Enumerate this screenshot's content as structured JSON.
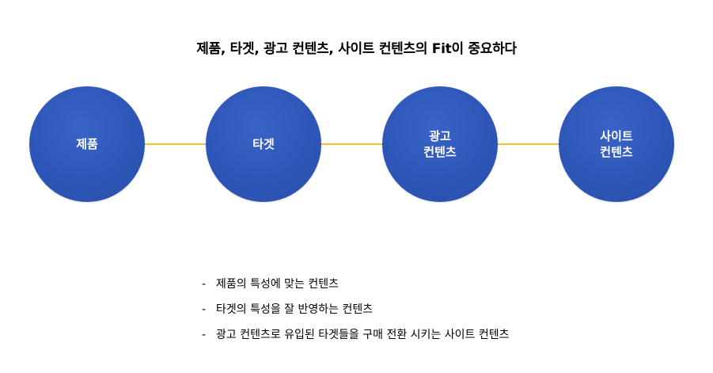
{
  "title": "제품, 타겟, 광고 컨텐츠, 사이트 컨텐츠의 Fit이 중요하다",
  "nodes": [
    {
      "label": "제품"
    },
    {
      "label": "타겟"
    },
    {
      "label": "광고\n컨텐츠"
    },
    {
      "label": "사이트\n컨텐츠"
    }
  ],
  "colors": {
    "node": "#2d56b8",
    "connector": "#f2c230",
    "node_text": "#ffffff"
  },
  "notes": {
    "bullet": "-",
    "items": [
      "제품의 특성에 맞는 컨텐츠",
      "타겟의 특성을 잘 반영하는 컨텐츠",
      "광고 컨텐츠로 유입된 타겟들을 구매 전환 시키는 사이트 컨텐츠"
    ]
  }
}
